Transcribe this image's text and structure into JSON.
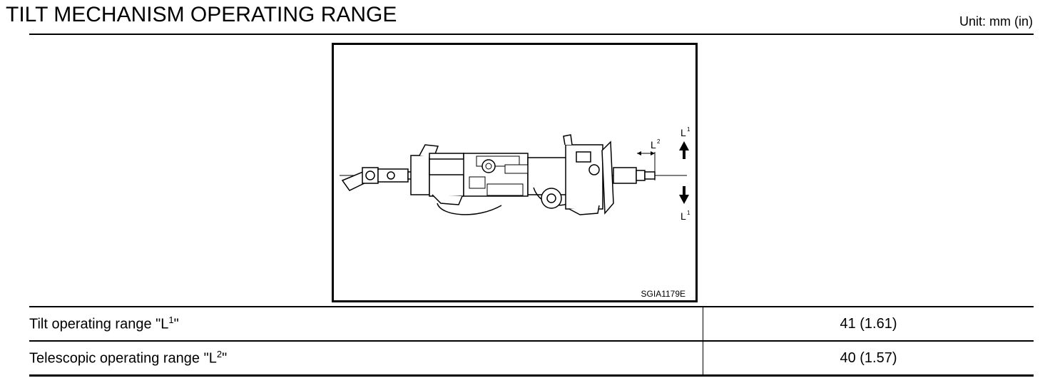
{
  "title": "TILT MECHANISM OPERATING RANGE",
  "unit": "Unit: mm (in)",
  "figure": {
    "id": "SGIA1179E",
    "callouts": {
      "l1": "L",
      "l1_sup": "1",
      "l2": "L",
      "l2_sup": "2"
    }
  },
  "rows": [
    {
      "label": "Tilt operating range \"L",
      "sup": "1",
      "tail": "\"",
      "value": "41 (1.61)"
    },
    {
      "label": "Telescopic operating range \"L",
      "sup": "2",
      "tail": "\"",
      "value": "40 (1.57)"
    }
  ]
}
